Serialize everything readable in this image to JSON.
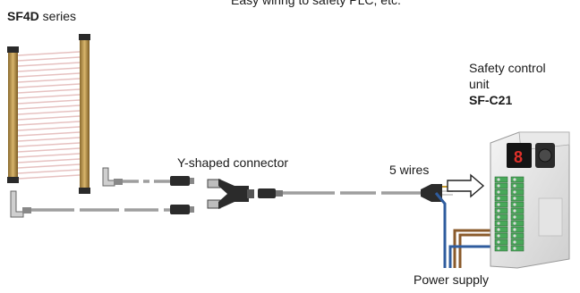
{
  "header": {
    "text": "Easy wiring to safety PLC, etc."
  },
  "curtain": {
    "label_bold": "SF4D",
    "label_rest": " series"
  },
  "connector": {
    "label": "Y-shaped connector"
  },
  "wires": {
    "label": "5 wires"
  },
  "unit": {
    "line1": "Safety control",
    "line2": "unit",
    "model": "SF-C21",
    "display": "8"
  },
  "power": {
    "label": "Power supply"
  },
  "colors": {
    "frame": "#c7a15a",
    "beam": "#e6c1c0",
    "cable": "#9e9e9e",
    "connector": "#2b2b2b",
    "terminal": "#49a85a",
    "brown": "#8a5a2b",
    "blue": "#2f5c9e"
  }
}
